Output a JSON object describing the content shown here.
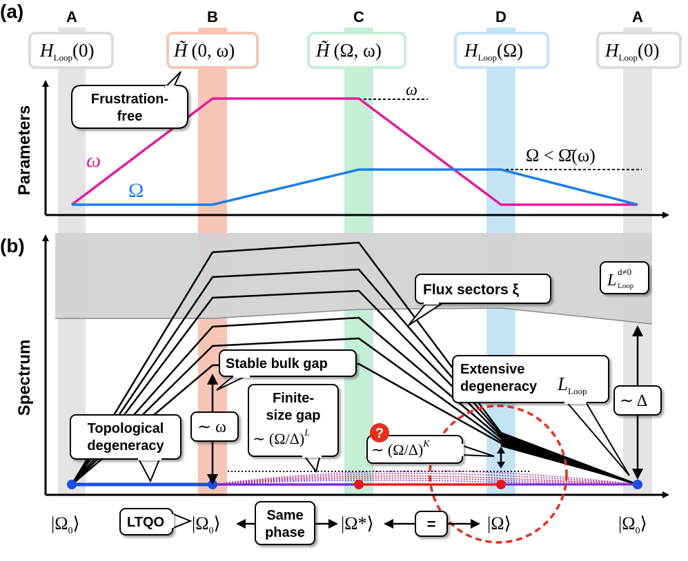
{
  "panel_a": {
    "label": "(a)",
    "ylabel": "Parameters",
    "columns": [
      {
        "letter": "A",
        "color": "#e4e4e4",
        "ham_main": "H",
        "ham_sub": "Loop",
        "ham_arg": "(0)"
      },
      {
        "letter": "B",
        "color": "#f6c5b6",
        "ham_main": "H̃",
        "ham_sub": "",
        "ham_arg": "(0, ω)"
      },
      {
        "letter": "C",
        "color": "#c4efd6",
        "ham_main": "H̃",
        "ham_sub": "",
        "ham_arg": "(Ω, ω)"
      },
      {
        "letter": "D",
        "color": "#c4e4f6",
        "ham_main": "H",
        "ham_sub": "Loop",
        "ham_arg": "(Ω)"
      },
      {
        "letter": "A",
        "color": "#e4e4e4",
        "ham_main": "H",
        "ham_sub": "Loop",
        "ham_arg": "(0)"
      }
    ],
    "callout_frustration": [
      "Frustration-",
      "free"
    ],
    "omega_label": "ω",
    "Omega_label": "Ω",
    "omega_dashed_label": "ω",
    "Omega_dashed_label": "Ω < Ω̄(ω)",
    "omega_color": "#e6199b",
    "Omega_color": "#1a7fe6"
  },
  "panel_b": {
    "label": "(b)",
    "ylabel": "Spectrum",
    "flux_sectors": "Flux sectors ξ",
    "l_loop_box_main": "L",
    "l_loop_box_sup": "d≠0",
    "l_loop_box_sub": "Loop",
    "stable_bulk_gap": "Stable bulk gap",
    "omega_gap": "∼ ω",
    "finite_size_gap": [
      "Finite-",
      "size gap"
    ],
    "finite_size_formula": "∼ (Ω/Δ)",
    "finite_size_exp": "L",
    "topological_degeneracy": [
      "Topological",
      "degeneracy"
    ],
    "extensive_degeneracy": [
      "Extensive",
      "degeneracy"
    ],
    "extensive_L": "L",
    "extensive_L_sub": "Loop",
    "K_gap_formula": "∼ (Ω/Δ)",
    "K_gap_exp": "K",
    "question_mark": "?",
    "delta_gap": "∼ Δ"
  },
  "bottom_row": {
    "state_1": "|Ω",
    "state_1_sub": "0",
    "ltqo": "LTQO",
    "state_2": "|Ω",
    "state_2_sub": "0",
    "same_phase": [
      "Same",
      "phase"
    ],
    "state_3": "|Ω*",
    "equals": "=",
    "state_4": "|Ω",
    "state_5": "|Ω",
    "state_5_sub": "0",
    "ket_close": "⟩"
  },
  "colors": {
    "ground_blue": "#1a4fe6",
    "ground_red": "#e61a1a",
    "gap_region": "#d3d3d3",
    "question_red": "#e62e1a",
    "dashed_circle": "#e62e1a"
  }
}
